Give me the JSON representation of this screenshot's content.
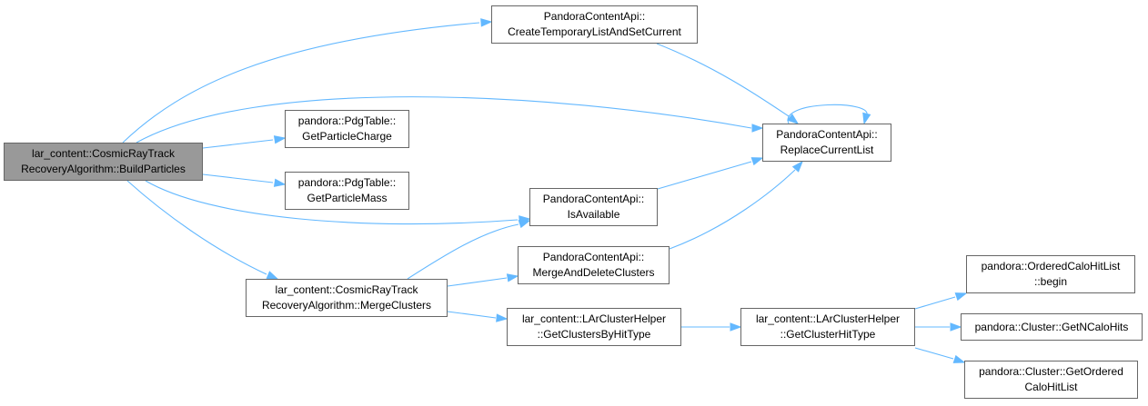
{
  "diagram": {
    "type": "call-graph",
    "edge_color": "#63b8ff",
    "root_fill": "#999999",
    "nodes": {
      "build_particles": {
        "line1": "lar_content::CosmicRayTrack",
        "line2": "RecoveryAlgorithm::BuildParticles"
      },
      "create_temporary_list": {
        "line1": "PandoraContentApi::",
        "line2": "CreateTemporaryListAndSetCurrent"
      },
      "get_particle_charge": {
        "line1": "pandora::PdgTable::",
        "line2": "GetParticleCharge"
      },
      "get_particle_mass": {
        "line1": "pandora::PdgTable::",
        "line2": "GetParticleMass"
      },
      "is_available": {
        "line1": "PandoraContentApi::",
        "line2": "IsAvailable"
      },
      "merge_clusters": {
        "line1": "lar_content::CosmicRayTrack",
        "line2": "RecoveryAlgorithm::MergeClusters"
      },
      "replace_current_list": {
        "line1": "PandoraContentApi::",
        "line2": "ReplaceCurrentList"
      },
      "merge_and_delete_clusters": {
        "line1": "PandoraContentApi::",
        "line2": "MergeAndDeleteClusters"
      },
      "get_clusters_by_hit_type": {
        "line1": "lar_content::LArClusterHelper",
        "line2": "::GetClustersByHitType"
      },
      "get_cluster_hit_type": {
        "line1": "lar_content::LArClusterHelper",
        "line2": "::GetClusterHitType"
      },
      "ordered_calo_hit_list_begin": {
        "line1": "pandora::OrderedCaloHitList",
        "line2": "::begin"
      },
      "get_n_calo_hits": {
        "line1": "pandora::Cluster::GetNCaloHits",
        "line2": ""
      },
      "get_ordered_calo_hit_list": {
        "line1": "pandora::Cluster::GetOrdered",
        "line2": "CaloHitList"
      }
    },
    "edges": [
      {
        "from": "build_particles",
        "to": "create_temporary_list"
      },
      {
        "from": "build_particles",
        "to": "replace_current_list"
      },
      {
        "from": "build_particles",
        "to": "get_particle_charge"
      },
      {
        "from": "build_particles",
        "to": "get_particle_mass"
      },
      {
        "from": "build_particles",
        "to": "is_available"
      },
      {
        "from": "build_particles",
        "to": "merge_clusters"
      },
      {
        "from": "create_temporary_list",
        "to": "replace_current_list"
      },
      {
        "from": "replace_current_list",
        "to": "replace_current_list"
      },
      {
        "from": "is_available",
        "to": "replace_current_list"
      },
      {
        "from": "merge_and_delete_clusters",
        "to": "replace_current_list"
      },
      {
        "from": "merge_clusters",
        "to": "is_available"
      },
      {
        "from": "merge_clusters",
        "to": "merge_and_delete_clusters"
      },
      {
        "from": "merge_clusters",
        "to": "get_clusters_by_hit_type"
      },
      {
        "from": "get_clusters_by_hit_type",
        "to": "get_cluster_hit_type"
      },
      {
        "from": "get_cluster_hit_type",
        "to": "ordered_calo_hit_list_begin"
      },
      {
        "from": "get_cluster_hit_type",
        "to": "get_n_calo_hits"
      },
      {
        "from": "get_cluster_hit_type",
        "to": "get_ordered_calo_hit_list"
      }
    ]
  }
}
